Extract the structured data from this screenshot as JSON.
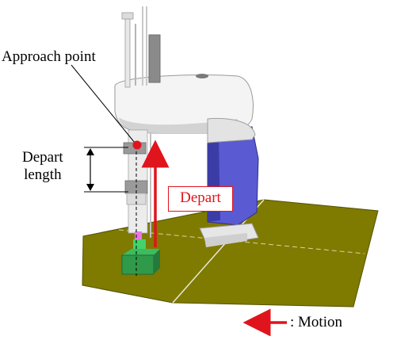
{
  "labels": {
    "approach_point": "Approach point",
    "depart_length_line1": "Depart",
    "depart_length_line2": "length",
    "depart": "Depart",
    "motion": ": Motion"
  },
  "colors": {
    "floor": "#7f7a00",
    "floor_dark": "#6b6600",
    "arm_white": "#f2f2f2",
    "arm_shadow": "#c8c8c8",
    "base_blue": "#5a5ad2",
    "base_blue_dark": "#3c3ca6",
    "workpiece_green": "#2f9a4a",
    "tool_green": "#43d36a",
    "tool_pink": "#e878e8",
    "accent_red": "#e0141c",
    "shaft_gray": "#a6a6a6"
  }
}
